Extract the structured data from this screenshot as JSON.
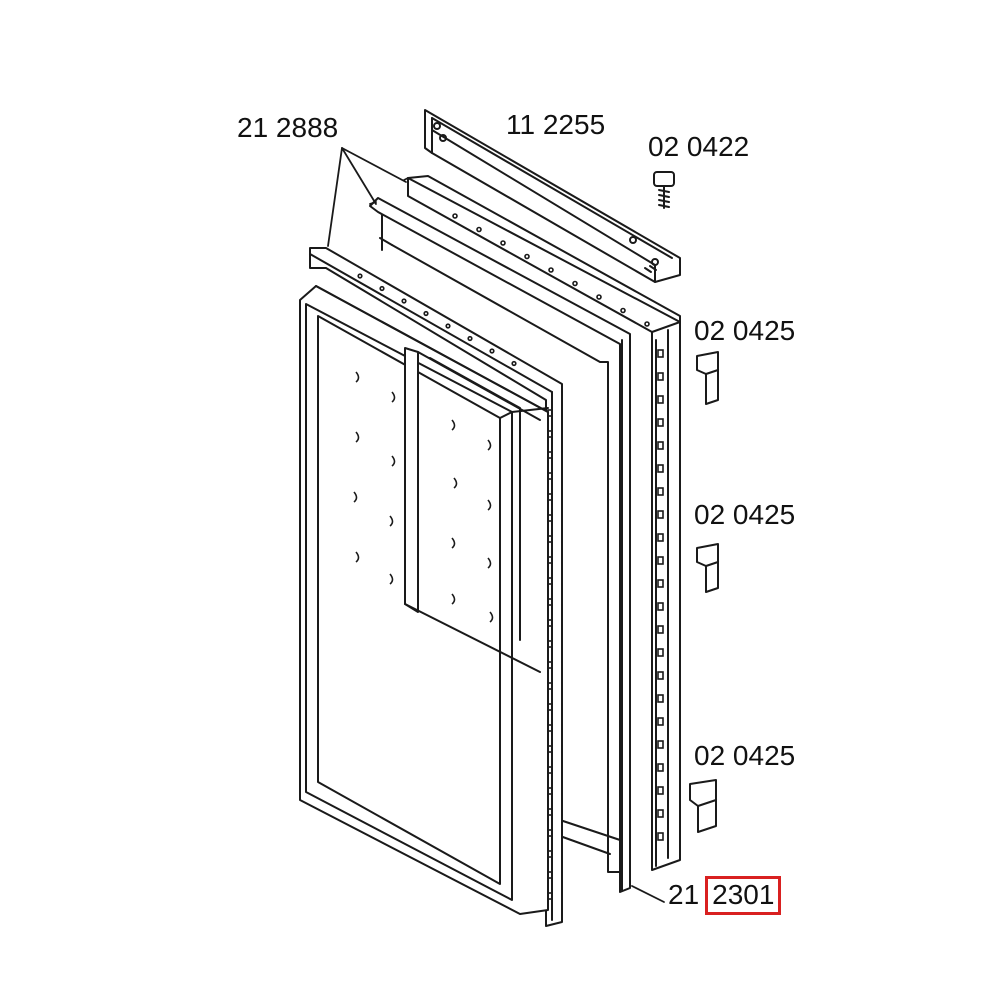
{
  "labels": {
    "gasket_frame": "21 2888",
    "top_bar": "11 2255",
    "screw": "02 0422",
    "hinge_top": "02 0425",
    "hinge_mid": "02 0425",
    "hinge_bottom": "02 0425",
    "door_prefix": "21",
    "door_number": "2301"
  },
  "colors": {
    "line": "#1a1a1a",
    "highlight": "#d92020",
    "background": "#ffffff"
  }
}
